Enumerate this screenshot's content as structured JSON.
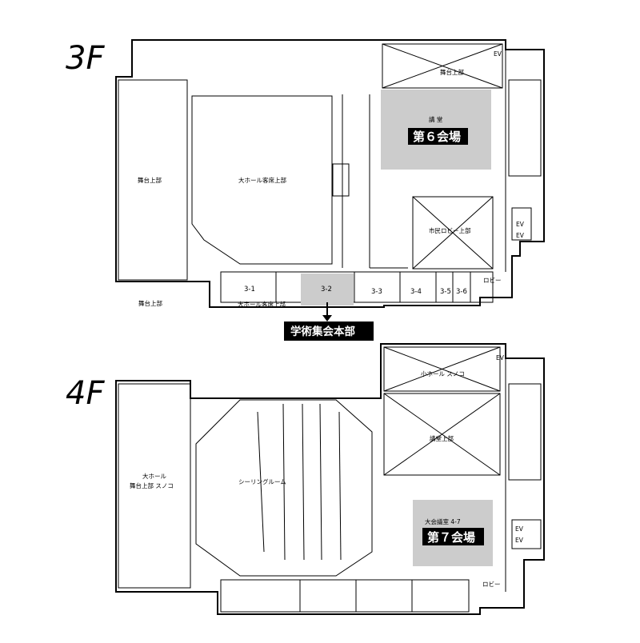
{
  "colors": {
    "highlight": "#cccccc",
    "wall": "#000000",
    "label_bg": "#000000",
    "label_text": "#ffffff"
  },
  "floor3": {
    "title": "3F",
    "labels": {
      "stage_upper_top": "舞台上部",
      "stage_upper_left": "舞台上部",
      "big_hall_seats_upper": "大ホール客席上部",
      "lecture_hall": "講 堂",
      "venue6": "第６会場",
      "citizen_lobby_upper": "市民ロビー上部",
      "stage_upper_bottom": "舞台上部",
      "big_hall_seats_upper_bottom": "大ホール客席上部",
      "lobby": "ロビー",
      "ev_top": "EV",
      "ev_mid1": "EV",
      "ev_mid2": "EV",
      "hq": "学術集会本部"
    },
    "rooms": [
      "3-1",
      "3-2",
      "3-3",
      "3-4",
      "3-5",
      "3-6"
    ]
  },
  "floor4": {
    "title": "4F",
    "labels": {
      "small_hall": "小ホール スノコ",
      "lecture_upper": "講堂上部",
      "big_hall": "大ホール",
      "stage_upper_snoko": "舞台上部 スノコ",
      "ceiling_room": "シーリングルーム",
      "big_conf": "大会議室 4-7",
      "venue7": "第７会場",
      "lobby": "ロビー",
      "ev_top": "EV",
      "ev_1": "EV",
      "ev_2": "EV"
    }
  }
}
